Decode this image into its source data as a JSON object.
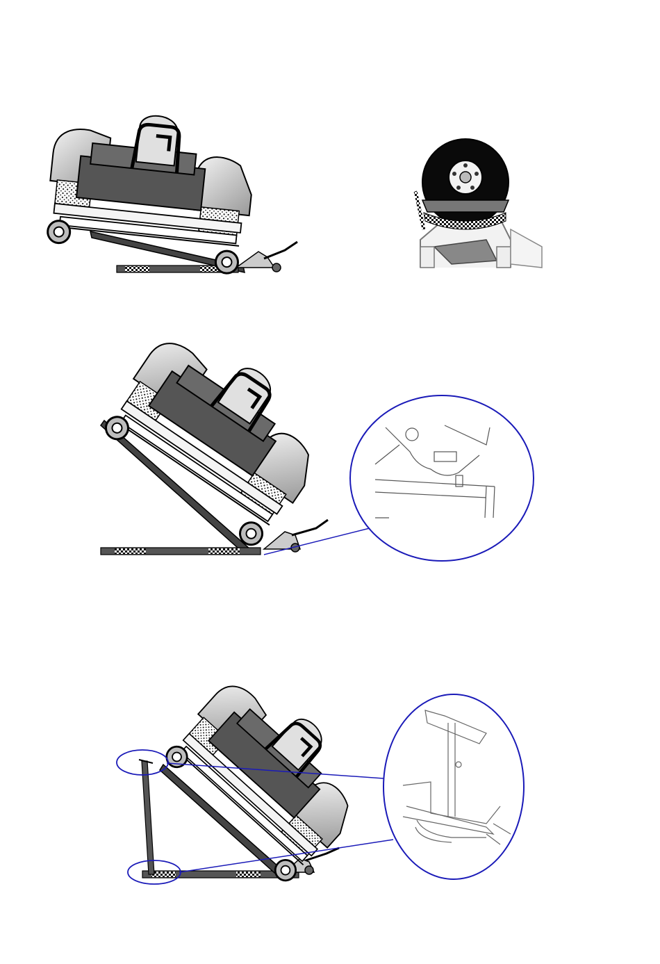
{
  "figures": [
    {
      "id": "fig-1",
      "views": [
        "mower-on-lift-low-angle",
        "mower-rear-view-on-lift"
      ]
    },
    {
      "id": "fig-2",
      "views": [
        "mower-on-lift-medium-angle",
        "detail-callout-jack-pad"
      ]
    },
    {
      "id": "fig-3",
      "views": [
        "mower-on-lift-steep-angle",
        "detail-callout-safety-stand"
      ]
    }
  ],
  "colors": {
    "callout": "#1a1ab8",
    "dark": "#333333",
    "mid": "#555555",
    "light": "#d9d9d9",
    "tire": "#0a0a0a",
    "line": "#000000"
  }
}
